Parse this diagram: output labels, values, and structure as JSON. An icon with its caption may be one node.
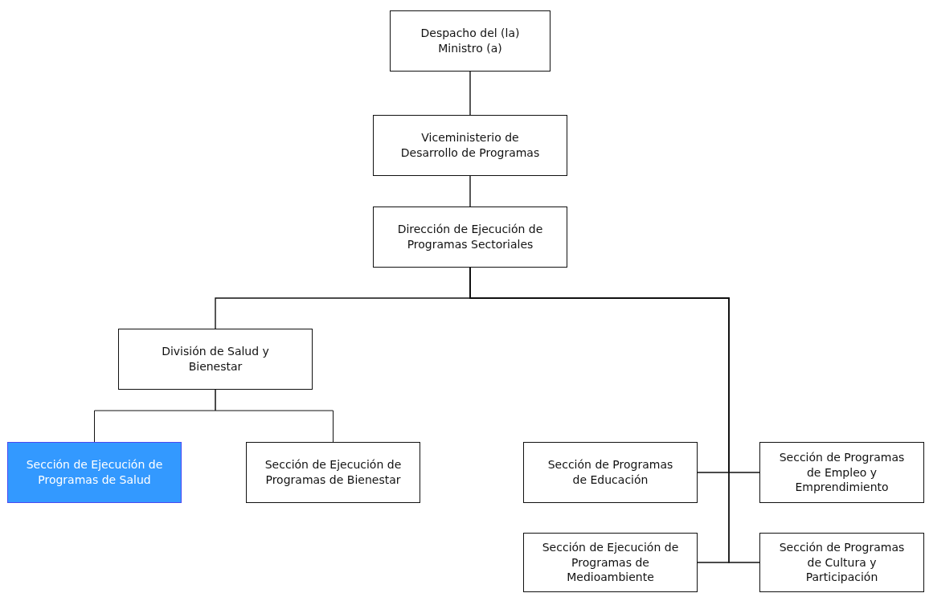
{
  "diagram": {
    "nodes": [
      {
        "text": [
          "Despacho del (la) Ministro (a)"
        ]
      },
      {
        "text": [
          "Viceministerio de Desarrollo de Programas"
        ]
      },
      {
        "text": [
          "Dirección de Ejecución de Programas Sectoriales"
        ]
      },
      {
        "text": [
          "División de Salud y Bienestar"
        ]
      },
      {
        "text": [
          "Sección de Ejecución de Programas de Salud"
        ]
      },
      {
        "text": [
          "Sección de Ejecución de Programas de Bienestar"
        ]
      },
      {
        "text": [
          "Sección de Programas de Educación"
        ]
      },
      {
        "text": [
          "Sección de Programas de Empleo y Emprendimiento"
        ]
      },
      {
        "text": [
          "Sección de Ejecución de Programas de Medioambiente"
        ]
      },
      {
        "text": [
          "Sección de Programas de Cultura y Participación"
        ]
      }
    ],
    "edges": [
      {
        "from": 0,
        "to": 1,
        "arrow": "none"
      },
      {
        "from": 1,
        "to": 2,
        "arrow": "none"
      },
      {
        "from": 2,
        "to": 3,
        "arrow": "none"
      },
      {
        "from": 3,
        "to": 4,
        "arrow": "none"
      },
      {
        "from": 3,
        "to": 5,
        "arrow": "none"
      },
      {
        "from": 2,
        "to": 6,
        "arrow": "none"
      },
      {
        "from": 2,
        "to": 7,
        "arrow": "none"
      },
      {
        "from": 2,
        "to": 8,
        "arrow": "none"
      },
      {
        "from": 2,
        "to": 9,
        "arrow": "none"
      }
    ]
  }
}
